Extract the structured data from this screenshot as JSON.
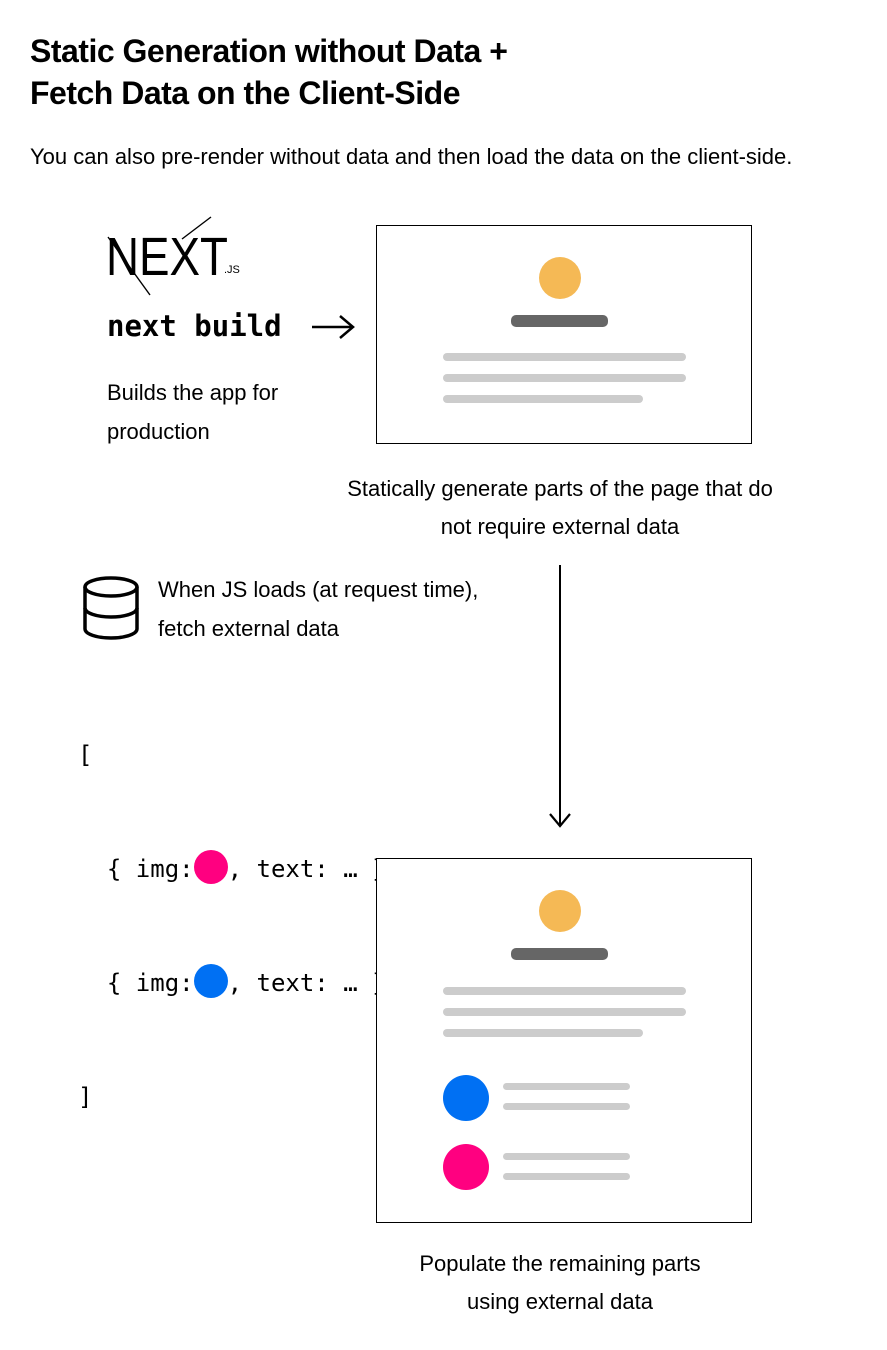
{
  "header": {
    "title_line1": "Static Generation without Data +",
    "title_line2": "Fetch Data on the Client-Side",
    "subtitle": "You can also pre-render without data and then load the data on the client-side."
  },
  "build": {
    "logo_text": "NEXT",
    "logo_suffix": ".JS",
    "command": "next build",
    "desc_line1": "Builds the app for",
    "desc_line2": "production"
  },
  "static_caption": {
    "line1": "Statically generate parts of the page that do",
    "line2": "not require external data"
  },
  "fetch": {
    "icon": "database-icon",
    "line1": "When JS loads (at request time),",
    "line2": "fetch external data"
  },
  "code": {
    "open": "[",
    "item_prefix": "  { img:",
    "item_suffix": ", text: … },",
    "close": "]"
  },
  "populate_caption": {
    "line1": "Populate the remaining parts",
    "line2": "using external data"
  },
  "colors": {
    "avatar": "#f5b955",
    "title_bar": "#666666",
    "text_line": "#cccccc",
    "pink": "#ff0080",
    "blue": "#0070f3"
  }
}
